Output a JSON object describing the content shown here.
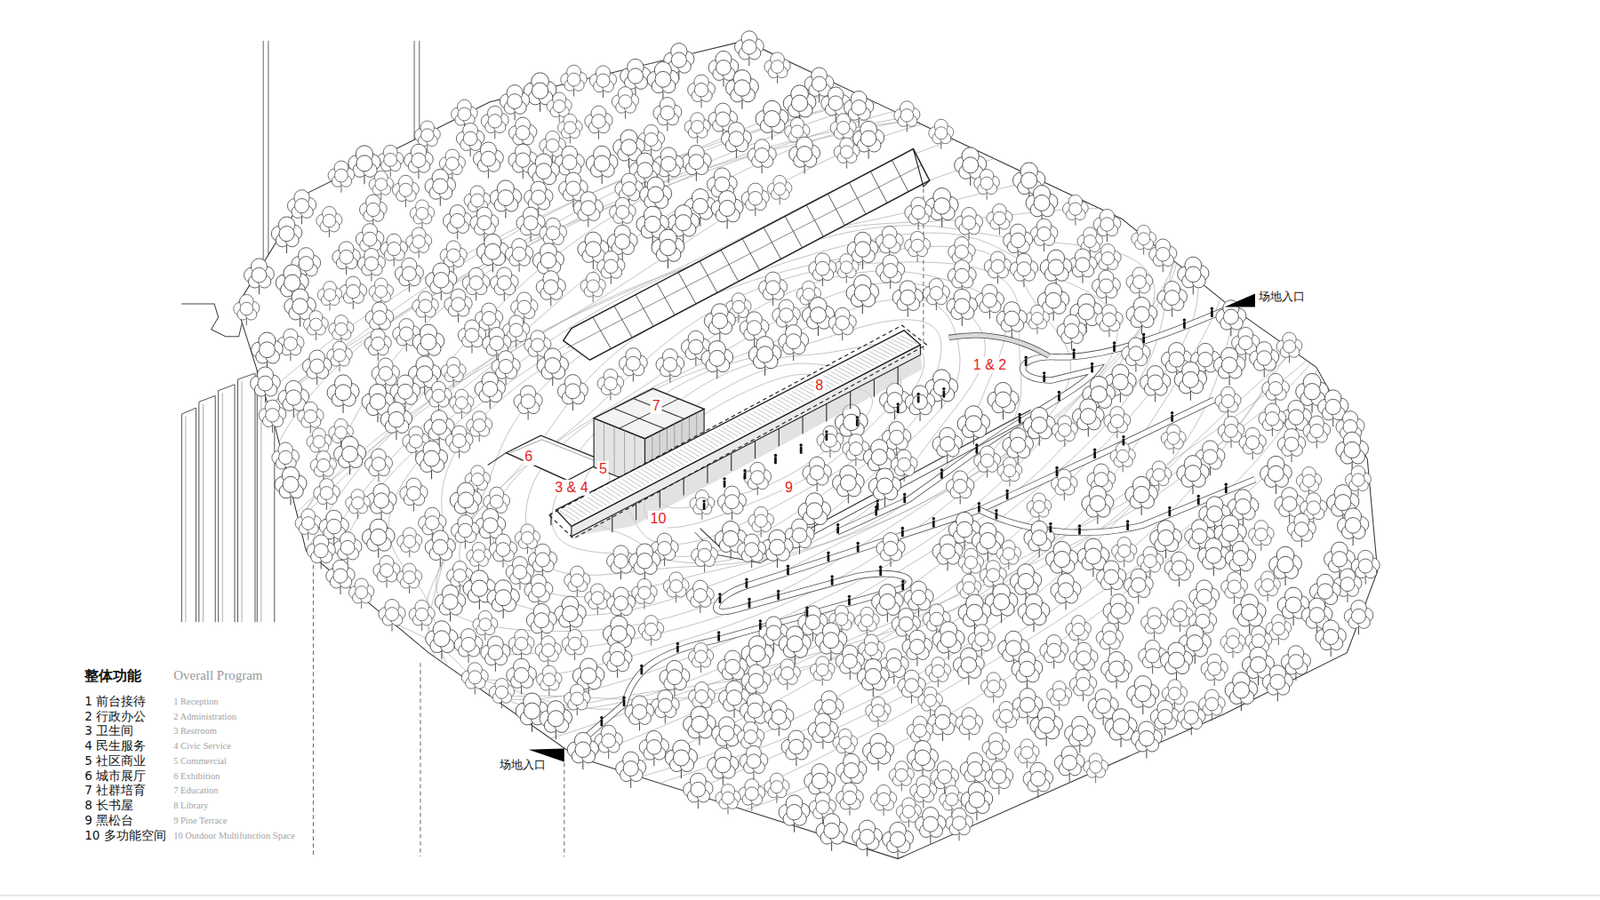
{
  "diagram": {
    "labels": [
      "场地入口",
      "1 & 2",
      "8",
      "7",
      "6",
      "5",
      "3 & 4",
      "9",
      "10",
      "场地入口",
      "整体功能",
      "Overall Program",
      "1 前台接待",
      "2 行政办公",
      "3 卫生间",
      "4 民生服务",
      "5 社区商业",
      "6 城市展厅",
      "7 社群培育",
      "8 长书屋",
      "9 黑松台",
      "10 多功能空间",
      "1 Reception",
      "2 Administration",
      "3 Restroom",
      "4 Civic Service",
      "5 Commercial",
      "6 Exhibition",
      "7 Education",
      "8 Library",
      "9 Pine Terrace",
      "10 Outdoor Multifunction Space"
    ]
  }
}
